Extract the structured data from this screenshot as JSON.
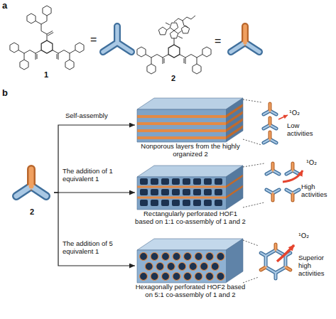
{
  "diagram": {
    "nodes": [
      {
        "text": [
          "2"
        ]
      },
      {
        "text": [
          "Nonporous layers from the highly organized 2"
        ]
      },
      {
        "text": [
          "Rectangularly perforated HOF1 based on 1:1 co-assembly of 1 and 2"
        ]
      },
      {
        "text": [
          "Hexagonally perforated HOF2 based on 5:1 co-assembly of 1 and 2"
        ]
      }
    ],
    "edges": [
      {
        "from": 0,
        "to": 1,
        "arrow": "to",
        "label": "Self-assembly"
      },
      {
        "from": 0,
        "to": 2,
        "arrow": "to",
        "label": "The addition of 1 equivalent 1"
      },
      {
        "from": 0,
        "to": 3,
        "arrow": "to",
        "label": "The addition of 5 equivalent 1"
      }
    ],
    "labels": [
      "a",
      "1",
      "=",
      "2",
      "=",
      "b",
      "¹O₂",
      "Low activities",
      "¹O₂",
      "High activities",
      "¹O₂",
      "Superior high activities"
    ]
  }
}
